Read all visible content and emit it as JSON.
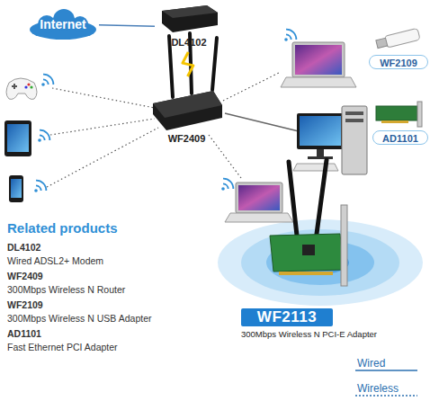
{
  "diagram": {
    "nodes": [
      {
        "text": [
          "Internet"
        ]
      },
      {
        "text": [
          "DL4102"
        ]
      },
      {
        "text": [
          "WF2409"
        ]
      },
      {
        "text": [
          "WF2109"
        ]
      },
      {
        "text": [
          "AD1101"
        ]
      },
      {
        "text": [
          "WF2113",
          "300Mbps Wireless N PCI-E Adapter"
        ]
      }
    ],
    "edges": [
      {
        "from": 0,
        "to": 1,
        "arrow": "none"
      },
      {
        "from": 1,
        "to": 2,
        "arrow": "none"
      }
    ],
    "labels": [
      "Related products",
      "DL4102",
      "Wired ADSL2+ Modem",
      "WF2409",
      "300Mbps Wireless N Router",
      "WF2109",
      "300Mbps Wireless N USB Adapter",
      "AD1101",
      "Fast Ethernet PCI Adapter"
    ],
    "legend": [
      {
        "text": "Wired"
      },
      {
        "text": "Wireless"
      }
    ]
  }
}
